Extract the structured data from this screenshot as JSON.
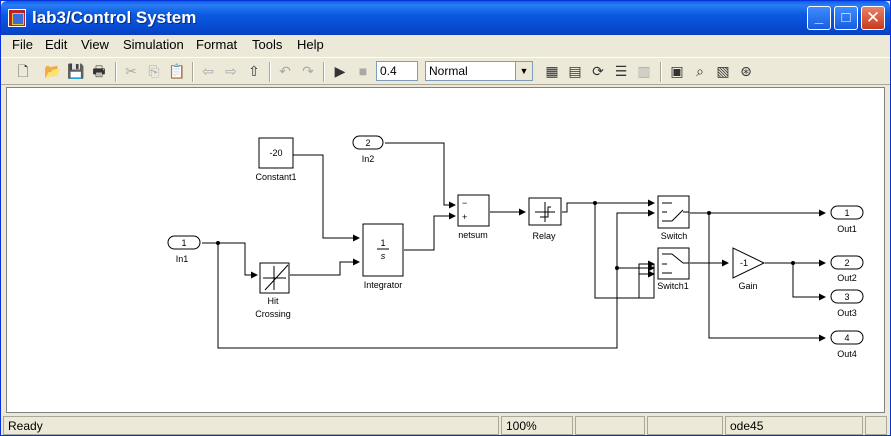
{
  "window": {
    "title": "lab3/Control System"
  },
  "titlebar": {
    "minimize": "_",
    "maximize": "□",
    "close": "✕"
  },
  "menu": [
    "File",
    "Edit",
    "View",
    "Simulation",
    "Format",
    "Tools",
    "Help"
  ],
  "toolbar": {
    "stop_time": "0.4",
    "sim_mode": "Normal"
  },
  "blocks": {
    "constant1": {
      "value": "-20",
      "label": "Constant1"
    },
    "in2": {
      "port": "2",
      "label": "In2"
    },
    "in1": {
      "port": "1",
      "label": "In1"
    },
    "netsum": {
      "label": "netsum",
      "minus": "−",
      "plus": "+"
    },
    "relay": {
      "label": "Relay"
    },
    "integrator": {
      "label": "Integrator",
      "num": "1",
      "den": "s"
    },
    "hit_crossing": {
      "label1": "Hit",
      "label2": "Crossing"
    },
    "switch": {
      "label": "Switch"
    },
    "switch1": {
      "label": "Switch1"
    },
    "gain": {
      "value": "-1",
      "label": "Gain"
    },
    "out1": {
      "port": "1",
      "label": "Out1"
    },
    "out2": {
      "port": "2",
      "label": "Out2"
    },
    "out3": {
      "port": "3",
      "label": "Out3"
    },
    "out4": {
      "port": "4",
      "label": "Out4"
    }
  },
  "status": {
    "state": "Ready",
    "zoom": "100%",
    "solver": "ode45"
  },
  "colors": {
    "titlebar": "#0a5ae0",
    "canvas": "#ffffff",
    "chrome": "#ece9d8"
  }
}
